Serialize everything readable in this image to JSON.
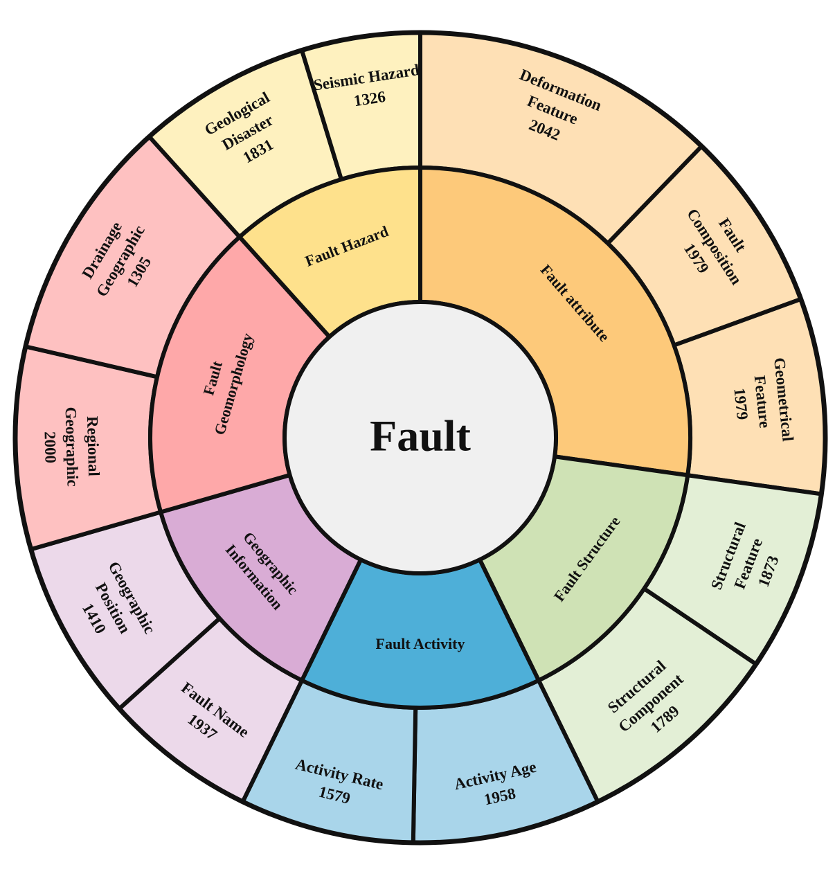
{
  "center": {
    "label": "Fault",
    "fill": "#f0f0f0"
  },
  "chart_data": {
    "type": "sunburst",
    "root": "Fault",
    "categories": [
      {
        "name": "Fault attribute",
        "color": "#fdc97a",
        "children": [
          {
            "name": [
              "Deformation",
              "Feature"
            ],
            "value": "2042",
            "color": "#fee0b5"
          },
          {
            "name": [
              "Fault",
              "Composition"
            ],
            "value": "1979",
            "color": "#fee0b5"
          },
          {
            "name": [
              "Geometrical",
              "Feature"
            ],
            "value": "1979",
            "color": "#fee0b5"
          }
        ]
      },
      {
        "name": "Fault Structure",
        "color": "#cfe2b5",
        "children": [
          {
            "name": [
              "Structural",
              "Feature"
            ],
            "value": "1873",
            "color": "#e3efd6"
          },
          {
            "name": [
              "Structural",
              "Component"
            ],
            "value": "1789",
            "color": "#e3efd6"
          }
        ]
      },
      {
        "name": "Fault Activity",
        "color": "#4eafd8",
        "children": [
          {
            "name": [
              "Activity Age"
            ],
            "value": "1958",
            "color": "#a9d5ea"
          },
          {
            "name": [
              "Activity Rate"
            ],
            "value": "1579",
            "color": "#a9d5ea"
          }
        ]
      },
      {
        "name": [
          "Geographic",
          "Information"
        ],
        "color": "#d9acd5",
        "children": [
          {
            "name": [
              "Fault Name"
            ],
            "value": "1937",
            "color": "#ecd9ea"
          },
          {
            "name": [
              "Geographic",
              "Position"
            ],
            "value": "1410",
            "color": "#ecd9ea"
          }
        ]
      },
      {
        "name": [
          "Fault",
          "Geomorphology"
        ],
        "color": "#fea8a9",
        "children": [
          {
            "name": [
              "Regional",
              "Geographic"
            ],
            "value": "2000",
            "color": "#fec1c1"
          },
          {
            "name": [
              "Drainage",
              "Geographic"
            ],
            "value": "1305",
            "color": "#fec1c1"
          }
        ]
      },
      {
        "name": "Fault Hazard",
        "color": "#fee18c",
        "children": [
          {
            "name": [
              "Geological",
              "Disaster"
            ],
            "value": "1831",
            "color": "#fef1bf"
          },
          {
            "name": [
              "Seismic Hazard"
            ],
            "value": "1326",
            "color": "#fef1bf"
          }
        ]
      }
    ]
  }
}
